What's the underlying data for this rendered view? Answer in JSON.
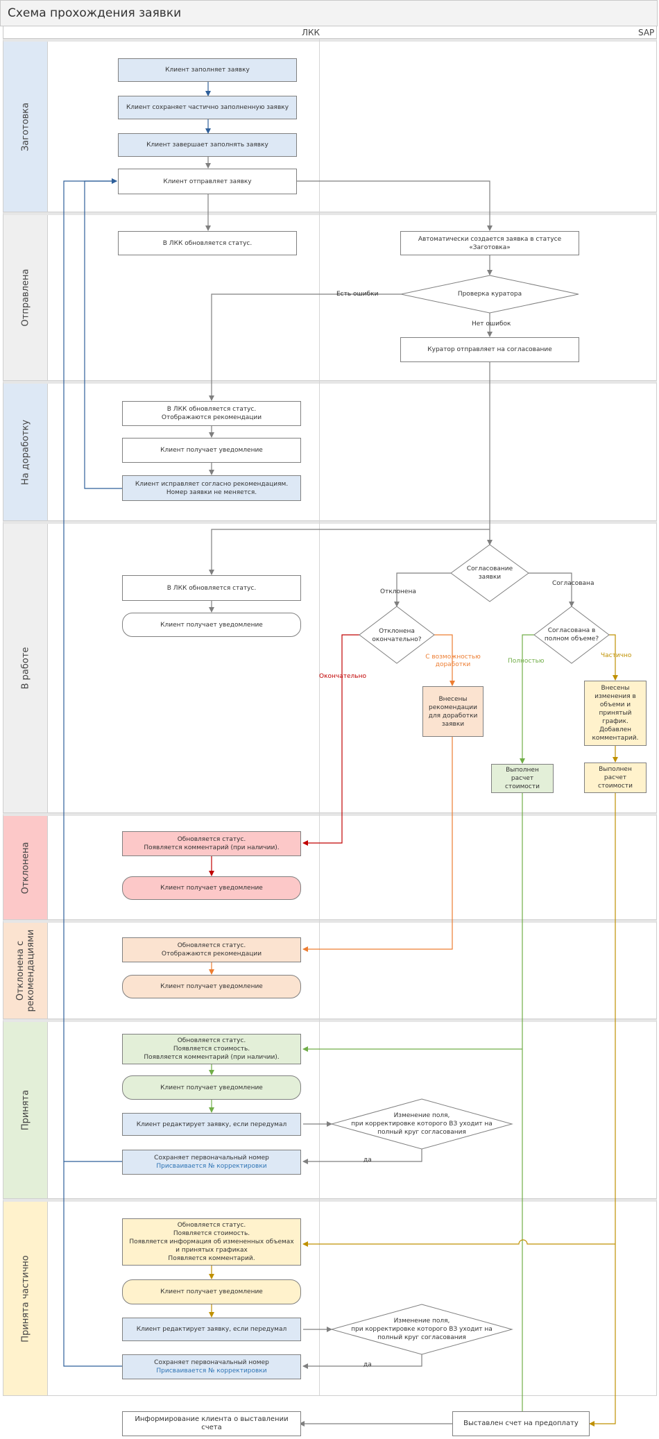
{
  "title": "Схема прохождения заявки",
  "columns": {
    "lkk": "ЛКК",
    "sap": "SAP"
  },
  "lanes": {
    "zagotovka": "Заготовка",
    "otpravlena": "Отправлена",
    "na_dorabotku": "На доработку",
    "v_rabote": "В работе",
    "otklonena": "Отклонена",
    "otklonena_rek": "Отклонена с рекомендациями",
    "prinyata": "Принята",
    "prinyata_chastichno": "Принята частично"
  },
  "nodes": {
    "z1": "Клиент заполняет заявку",
    "z2": "Клиент сохраняет частично заполненную заявку",
    "z3": "Клиент завершает заполнять заявку",
    "z4": "Клиент отправляет заявку",
    "o1": "В ЛКК обновляется статус.",
    "o2": "Автоматически создается заявка в статусе «Заготовка»",
    "o3": "Проверка куратора",
    "o4": "Куратор отправляет на согласование",
    "d1_line1": "В ЛКК обновляется статус.",
    "d1_line2": "Отображаются рекомендации",
    "d2": "Клиент получает уведомление",
    "d3": "Клиент исправляет согласно рекомендациям. Номер заявки не меняется.",
    "w1": "В ЛКК обновляется статус.",
    "w2": "Клиент получает уведомление",
    "w3": "Согласование заявки",
    "w4": "Отклонена окончательно?",
    "w5": "Согласована в полном объеме?",
    "w6": "Внесены рекомендации для доработки заявки",
    "w7": "Внесены изменения в объеми и принятый график. Добавлен комментарий.",
    "w8": "Выполнен расчет стоимости",
    "w9": "Выполнен расчет стоимости",
    "r1_line1": "Обновляется статус.",
    "r1_line2": "Появляется комментарий (при наличии).",
    "r2": "Клиент получает уведомление",
    "rr1_line1": "Обновляется статус.",
    "rr1_line2": "Отображаются рекомендации",
    "rr2": "Клиент получает уведомление",
    "p1_line1": "Обновляется статус.",
    "p1_line2": "Появляется стоимость.",
    "p1_line3": "Появляется комментарий (при наличии).",
    "p2": "Клиент получает уведомление",
    "p3": "Клиент редактирует заявку, если передумал",
    "p4_line1": "Изменение поля,",
    "p4_line2": "при корректировке которого ВЗ уходит на полный круг согласования",
    "p5_line1": "Сохраняет первоначальный номер",
    "p5_line2": "Присваивается № корректировки",
    "c1_line1": "Обновляется статус.",
    "c1_line2": "Появляется стоимость.",
    "c1_line3": "Появляется информация об измененных объемах и принятых графиках",
    "c1_line4": "Появляется комментарий.",
    "c2": "Клиент получает уведомление",
    "c3": "Клиент редактирует заявку, если передумал",
    "c4_line1": "Изменение поля,",
    "c4_line2": "при корректировке которого ВЗ уходит на полный круг согласования",
    "c5_line1": "Сохраняет первоначальный номер",
    "c5_line2": "Присваивается № корректировки",
    "f1": "Информирование клиента о выставлении счета",
    "f2": "Выставлен счет на предоплату"
  },
  "labels": {
    "has_errors": "Есть ошибки",
    "no_errors": "Нет ошибок",
    "rejected": "Отклонена",
    "approved": "Согласована",
    "final": "Окончательно",
    "with_rework": "С возможностью доработки",
    "fully": "Полностью",
    "partially": "Частично",
    "yes1": "да",
    "yes2": "да"
  },
  "colors": {
    "blue_fill": "#dde8f5",
    "blue_line": "#2e5f9a",
    "gray_line": "#7f7f7f",
    "red_line": "#c00000",
    "orange_line": "#ed7d31",
    "green_line": "#70ad47",
    "gold_line": "#bf9000",
    "red_fill": "#fcc8c8",
    "peach_fill": "#fbe3d0",
    "green_fill": "#e3efd8",
    "yellow_fill": "#fff2cc"
  }
}
